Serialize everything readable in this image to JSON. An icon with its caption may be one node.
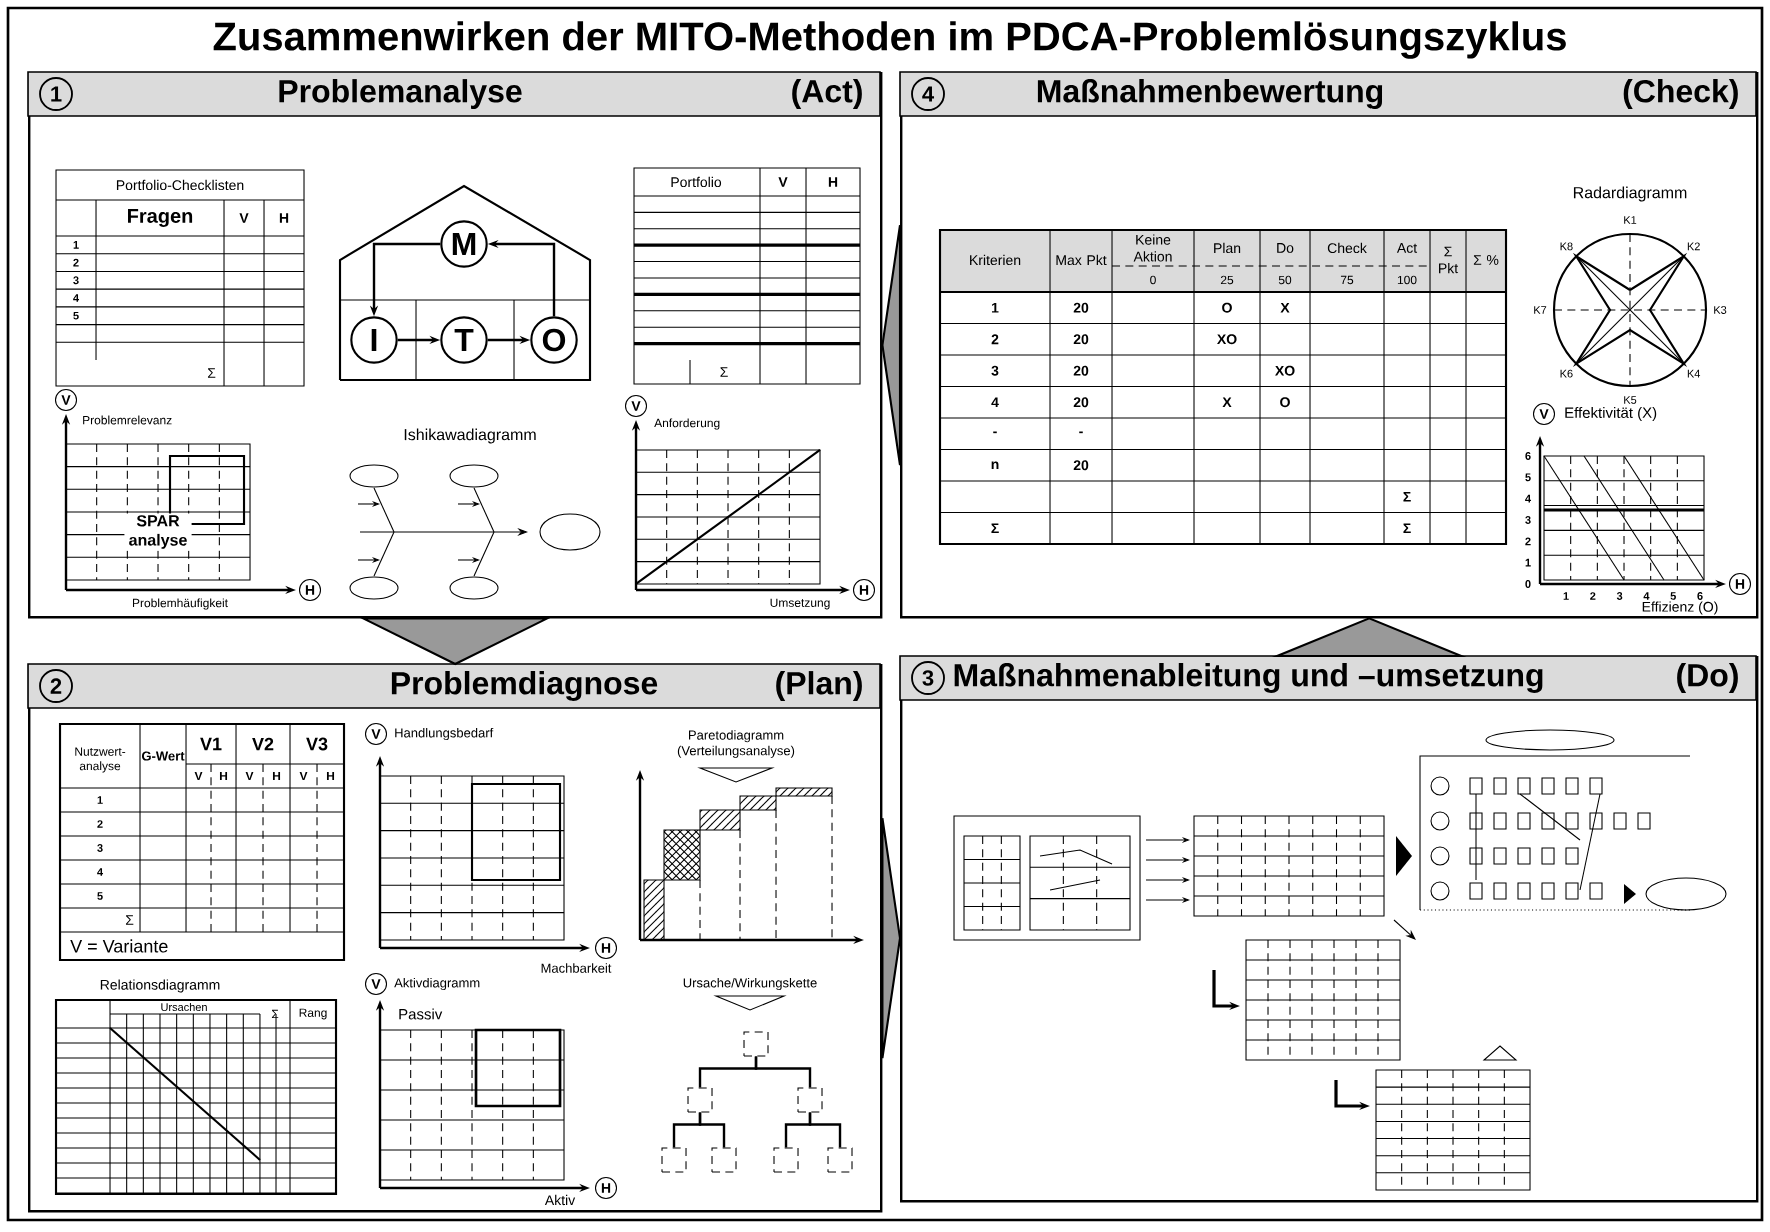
{
  "diagram": {
    "title": "Zusammenwirken der MITO-Methoden im PDCA-Problemlösungszyklus",
    "nodes": [
      {
        "text": [
          "1",
          "Problemanalyse",
          "(Act)"
        ]
      },
      {
        "text": [
          "4",
          "Maßnahmenbewertung",
          "(Check)"
        ]
      },
      {
        "text": [
          "2",
          "Problemdiagnose",
          "(Plan)"
        ]
      },
      {
        "text": [
          "3",
          "Maßnahmenableitung und –umsetzung",
          "(Do)"
        ]
      },
      {
        "text": [
          "M"
        ],
        "in": 0
      },
      {
        "text": [
          "I"
        ],
        "in": 0
      },
      {
        "text": [
          "T"
        ],
        "in": 0
      },
      {
        "text": [
          "O"
        ],
        "in": 0
      },
      {
        "text": [],
        "shape": "box",
        "in": 2
      },
      {
        "text": [],
        "shape": "box",
        "in": 2
      },
      {
        "text": [],
        "shape": "box",
        "in": 2
      },
      {
        "text": [],
        "shape": "box",
        "in": 2
      },
      {
        "text": [],
        "shape": "box",
        "in": 2
      },
      {
        "text": [],
        "shape": "box",
        "in": 2
      },
      {
        "text": [],
        "shape": "box",
        "in": 2
      }
    ],
    "edges": [
      {
        "from": 0,
        "to": 2,
        "arrow": "to"
      },
      {
        "from": 2,
        "to": 3,
        "arrow": "to"
      },
      {
        "from": 3,
        "to": 1,
        "arrow": "to"
      },
      {
        "from": 1,
        "to": 0,
        "arrow": "to"
      },
      {
        "from": 5,
        "to": 6,
        "arrow": "to"
      },
      {
        "from": 6,
        "to": 7,
        "arrow": "to"
      },
      {
        "from": 4,
        "to": 5,
        "arrow": "to"
      },
      {
        "from": 7,
        "to": 4,
        "arrow": "to"
      },
      {
        "from": 8,
        "to": 9,
        "arrow": "none"
      },
      {
        "from": 8,
        "to": 10,
        "arrow": "none"
      },
      {
        "from": 9,
        "to": 11,
        "arrow": "none"
      },
      {
        "from": 9,
        "to": 12,
        "arrow": "none"
      },
      {
        "from": 10,
        "to": 13,
        "arrow": "none"
      },
      {
        "from": 10,
        "to": 14,
        "arrow": "none"
      }
    ],
    "labels": [
      "Portfolio-Checklisten",
      "Fragen",
      "V",
      "H",
      "1",
      "2",
      "3",
      "4",
      "5",
      "Σ",
      "Portfolio",
      "V",
      "H",
      "Σ",
      "V",
      "Problemrelevanz",
      "SPAR analyse",
      "Problemhäufigkeit",
      "H",
      "Ishikawadiagramm",
      "V",
      "Anforderung",
      "Umsetzung",
      "H",
      "Kriterien",
      "Max Pkt",
      "Keine Aktion",
      "Plan",
      "Do",
      "Check",
      "Act",
      "Σ Pkt",
      "Σ %",
      "0",
      "25",
      "50",
      "75",
      "100",
      "1",
      "20",
      "O",
      "X",
      "2",
      "20",
      "XO",
      "3",
      "20",
      "XO",
      "4",
      "20",
      "X",
      "O",
      "-",
      "-",
      "n",
      "20",
      "Σ",
      "Σ",
      "Σ",
      "Radardiagramm",
      "K1",
      "K2",
      "K3",
      "K4",
      "K5",
      "K6",
      "K7",
      "K8",
      "V",
      "Effektivität (X)",
      "6",
      "5",
      "4",
      "3",
      "2",
      "1",
      "0",
      "1",
      "2",
      "3",
      "4",
      "5",
      "6",
      "H",
      "Effizienz (O)",
      "Nutzwert-analyse",
      "G-Wert",
      "V1",
      "V2",
      "V3",
      "V",
      "H",
      "V",
      "H",
      "V",
      "H",
      "1",
      "2",
      "3",
      "4",
      "5",
      "Σ",
      "V = Variante",
      "V",
      "Handlungsbedarf",
      "Machbarkeit",
      "H",
      "Paretodiagramm (Verteilungsanalyse)",
      "Relationsdiagramm",
      "Ursachen",
      "Σ",
      "Rang",
      "V",
      "Aktivdiagramm",
      "Passiv",
      "Aktiv",
      "H",
      "Ursache/Wirkungskette"
    ]
  }
}
